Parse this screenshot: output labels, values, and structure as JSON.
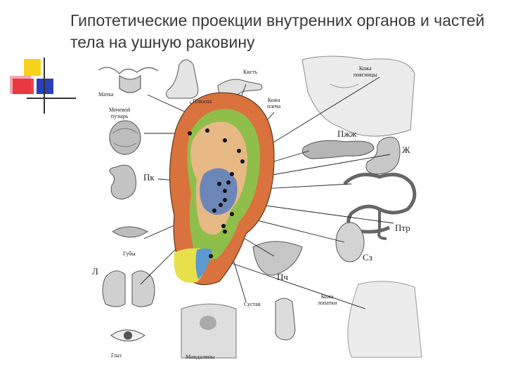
{
  "slide": {
    "title": "Гипотетические проекции внутренних органов и частей тела на ушную раковину"
  },
  "labels": {
    "matka": "Матка",
    "mochevoy": "Мочевой\nпузырь",
    "plyusna": "Плюсна",
    "kist": "Кисть",
    "kozha_plecha": "Кожа\nплеча",
    "kozha_poyasnitsy": "Кожа\nпоясницы",
    "pzh": "Пжж",
    "zh": "Ж",
    "pk": "Пк",
    "ptr": "Птр",
    "guby": "Губы",
    "l": "Л",
    "sz": "Сз",
    "pch": "Пч",
    "sustav": "Сустав",
    "kozha_lopatki": "Кожа\nлопатки",
    "glaz": "Глаз",
    "mindaliny": "Миндалины"
  },
  "colors": {
    "helix": "#d9723c",
    "antihelix_green": "#8fbf4a",
    "lobe_yellow": "#e8e04a",
    "concha_blue": "#6d86b8",
    "inner_tan": "#e7b985",
    "deco_yellow": "#f7d21a",
    "deco_red": "#e8242c",
    "deco_blue": "#2a3fb8"
  }
}
